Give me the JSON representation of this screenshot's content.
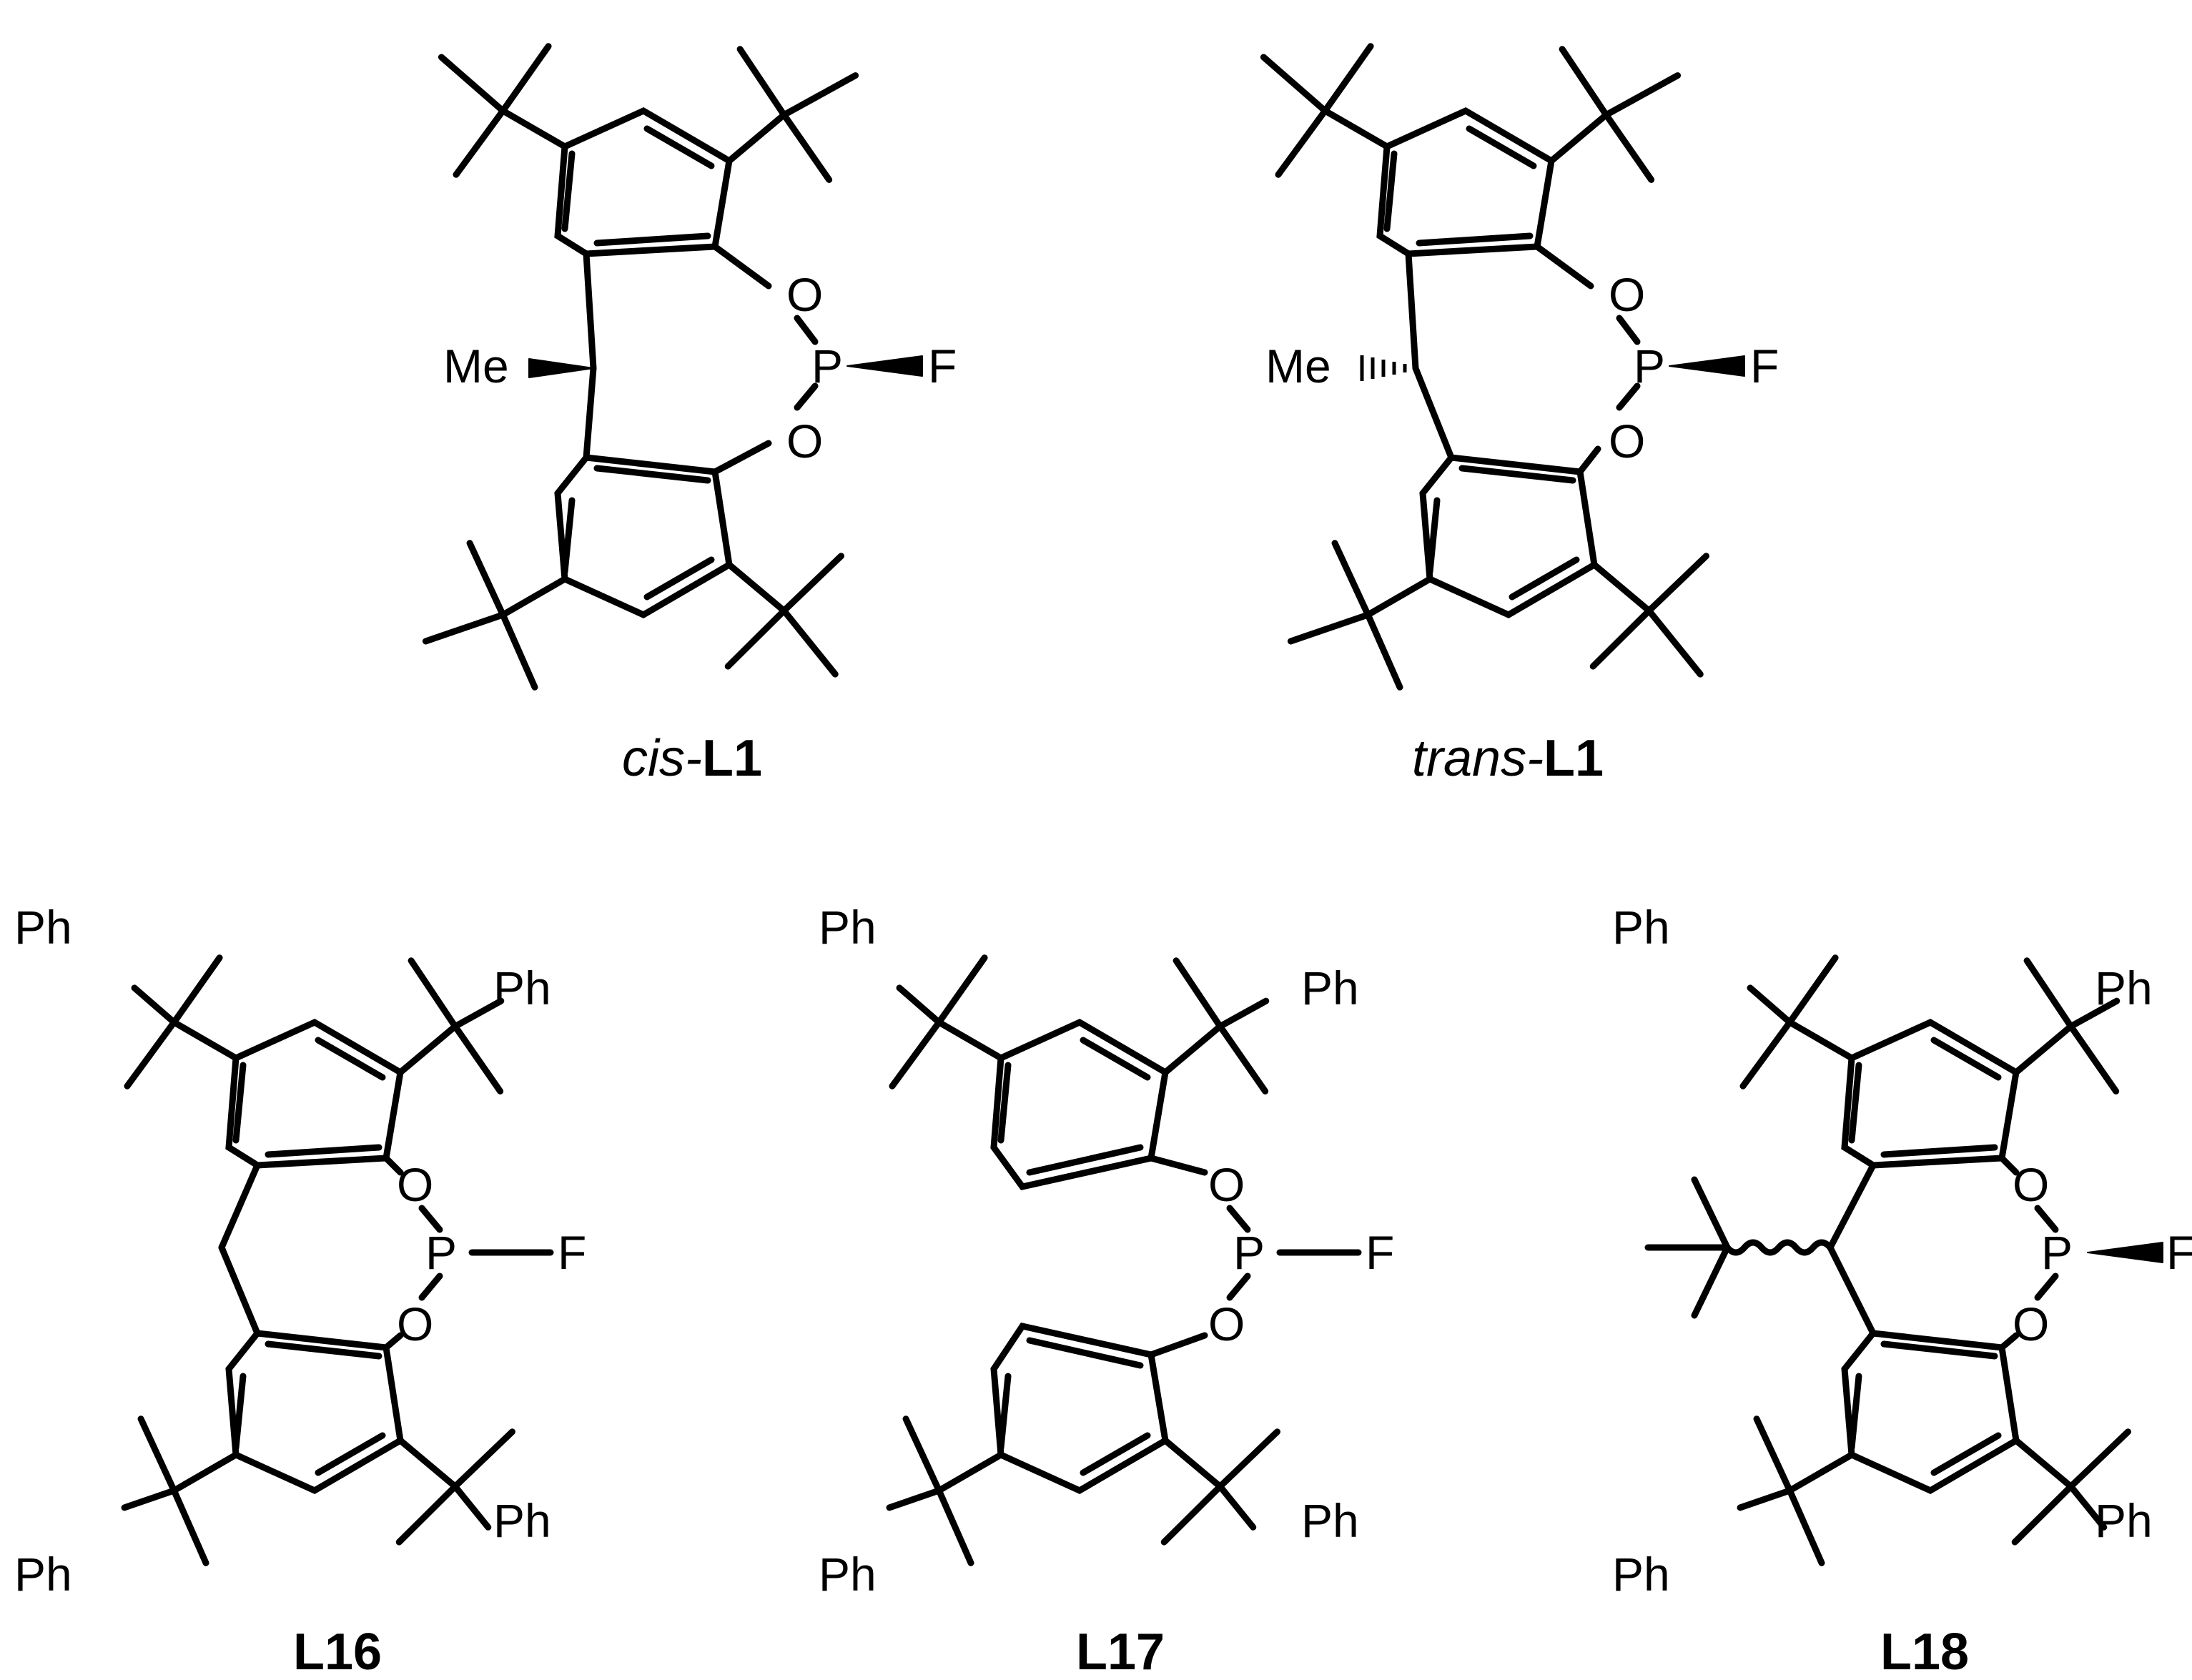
{
  "atom_labels": {
    "O": "O",
    "P": "P",
    "F": "F",
    "Me": "Me",
    "Ph": "Ph"
  },
  "compounds": [
    {
      "id": "cisL1",
      "caption_prefix": "cis-",
      "caption_main": "L1"
    },
    {
      "id": "transL1",
      "caption_prefix": "trans-",
      "caption_main": "L1"
    },
    {
      "id": "L16",
      "caption_prefix": "",
      "caption_main": "L16"
    },
    {
      "id": "L17",
      "caption_prefix": "",
      "caption_main": "L17"
    },
    {
      "id": "L18",
      "caption_prefix": "",
      "caption_main": "L18"
    }
  ]
}
